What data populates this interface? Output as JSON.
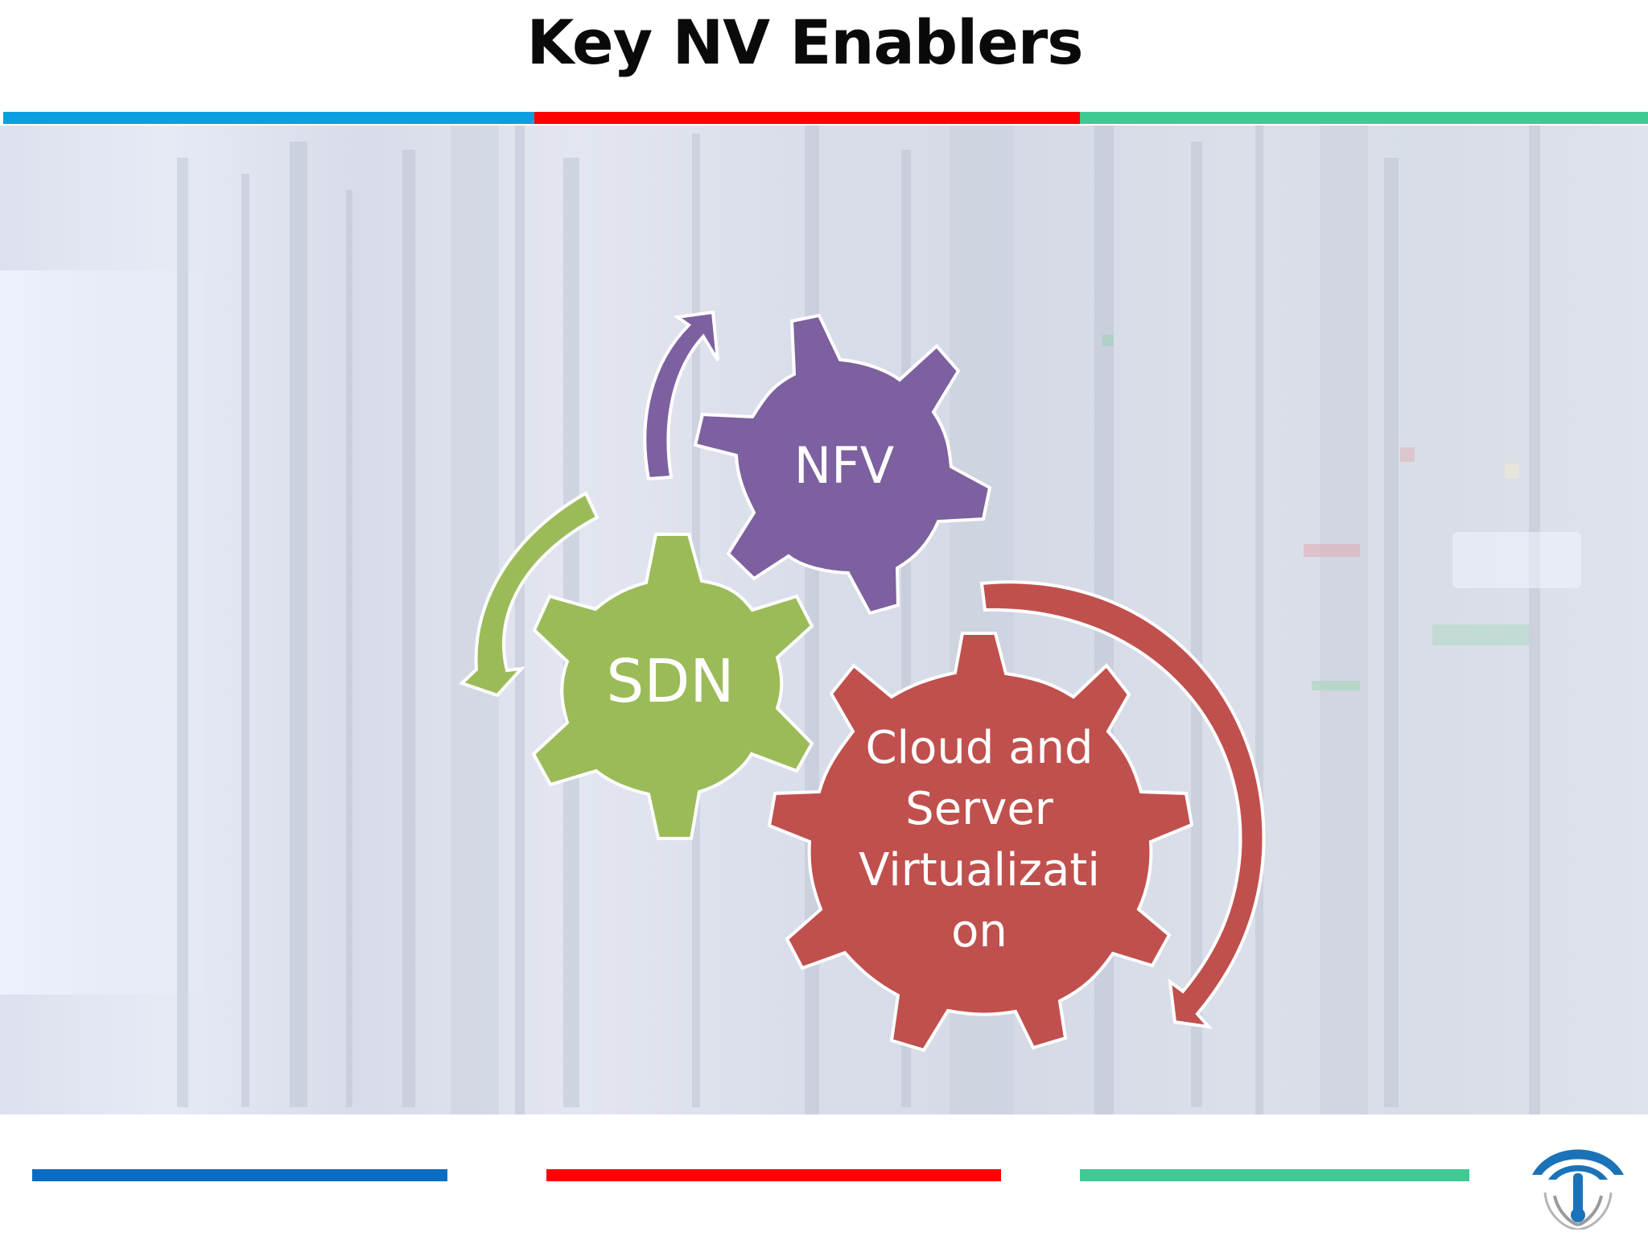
{
  "slide": {
    "title": "Key NV Enablers"
  },
  "gears": [
    {
      "id": "nfv",
      "label_lines": [
        "NFV"
      ],
      "color": "#7d60a0"
    },
    {
      "id": "sdn",
      "label_lines": [
        "SDN"
      ],
      "color": "#9bbb59"
    },
    {
      "id": "cloud",
      "label_lines": [
        "Cloud and",
        "Server",
        "Virtualizati",
        "on"
      ],
      "color": "#c0504d"
    }
  ],
  "colors": {
    "band_blue": "#0aa0e0",
    "band_red": "#ff0000",
    "band_green": "#3fca93",
    "logo_blue": "#1a73b8"
  },
  "icons": {
    "logo": "wifi-signal-logo"
  }
}
